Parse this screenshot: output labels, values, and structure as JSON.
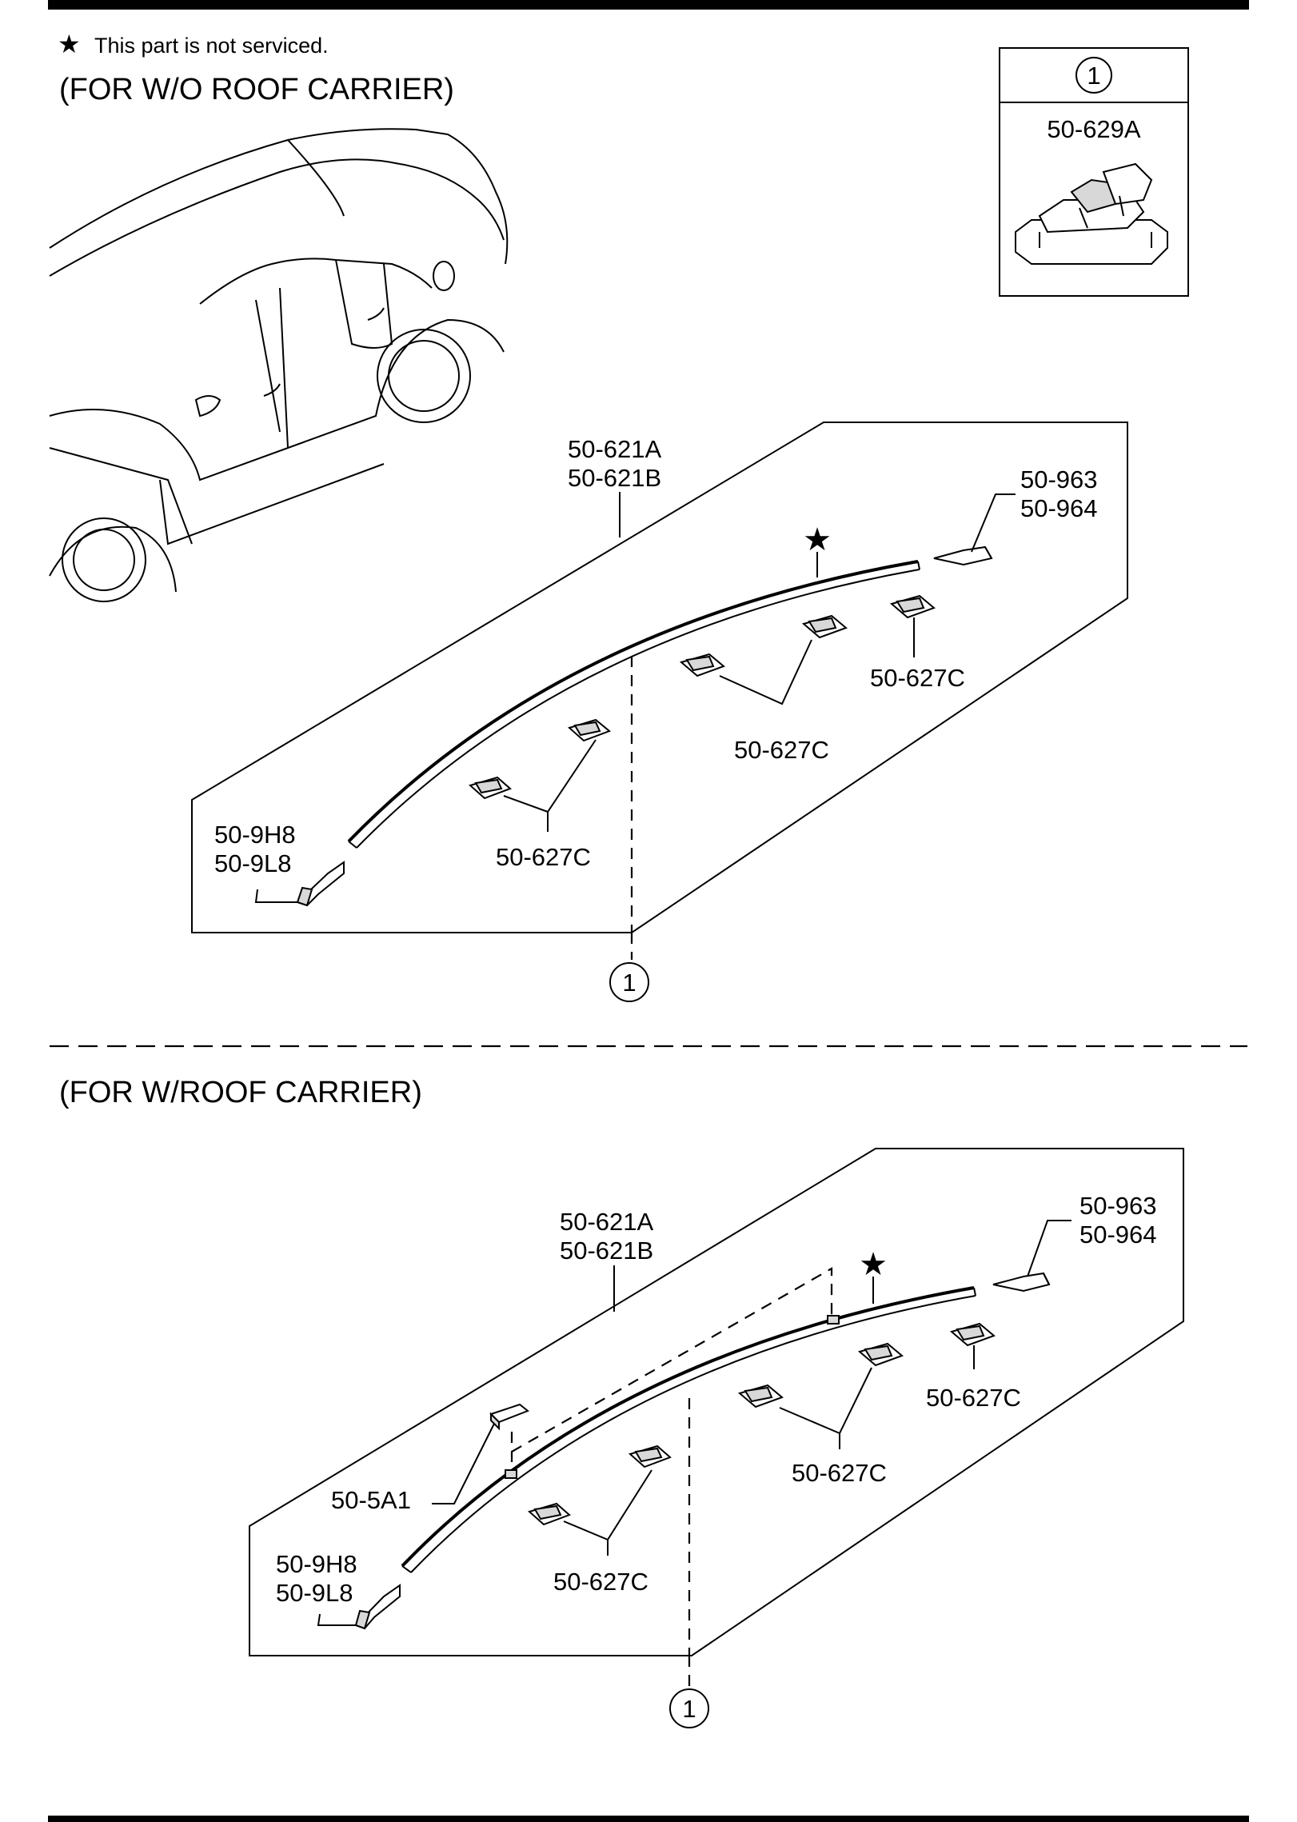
{
  "legend": {
    "star_symbol": "★",
    "note": "This part is not serviced."
  },
  "sections": [
    {
      "title": "(FOR W/O ROOF CARRIER)",
      "labels": {
        "molding_a": "50-621A",
        "molding_b": "50-621B",
        "end_cap_front_a": "50-963",
        "end_cap_front_b": "50-964",
        "clip_right": "50-627C",
        "clip_middle": "50-627C",
        "clip_left": "50-627C",
        "end_cap_rear_a": "50-9H8",
        "end_cap_rear_b": "50-9L8",
        "callout": "1"
      }
    },
    {
      "title": "(FOR W/ROOF CARRIER)",
      "labels": {
        "molding_a": "50-621A",
        "molding_b": "50-621B",
        "end_cap_front_a": "50-963",
        "end_cap_front_b": "50-964",
        "clip_right": "50-627C",
        "clip_middle": "50-627C",
        "clip_left": "50-627C",
        "pad": "50-5A1",
        "end_cap_rear_a": "50-9H8",
        "end_cap_rear_b": "50-9L8",
        "callout": "1"
      }
    }
  ],
  "detail_box": {
    "callout": "1",
    "part_number": "50-629A"
  }
}
